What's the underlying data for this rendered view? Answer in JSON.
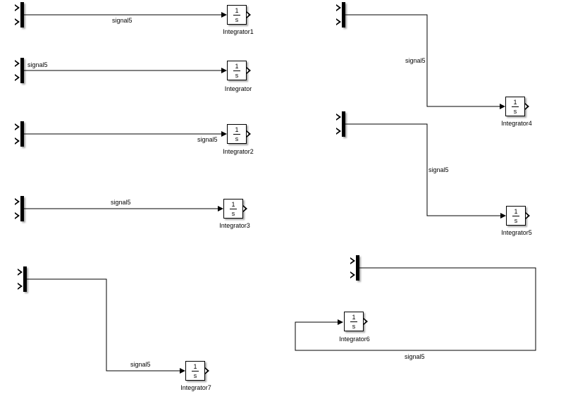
{
  "blocks": {
    "integrator1": {
      "name": "Integrator1",
      "num": "1",
      "den": "s"
    },
    "integrator": {
      "name": "Integrator",
      "num": "1",
      "den": "s"
    },
    "integrator2": {
      "name": "Integrator2",
      "num": "1",
      "den": "s"
    },
    "integrator3": {
      "name": "Integrator3",
      "num": "1",
      "den": "s"
    },
    "integrator4": {
      "name": "Integrator4",
      "num": "1",
      "den": "s"
    },
    "integrator5": {
      "name": "Integrator5",
      "num": "1",
      "den": "s"
    },
    "integrator6": {
      "name": "Integrator6",
      "num": "1",
      "den": "s"
    },
    "integrator7": {
      "name": "Integrator7",
      "num": "1",
      "den": "s"
    }
  },
  "signals": {
    "s1": "signal5",
    "s2": "signal5",
    "s3": "signal5",
    "s4": "signal5",
    "s5": "signal5",
    "s6": "signal5",
    "s7": "signal5",
    "s8": "signal5"
  },
  "colors": {
    "line": "#000000",
    "background": "#ffffff"
  }
}
